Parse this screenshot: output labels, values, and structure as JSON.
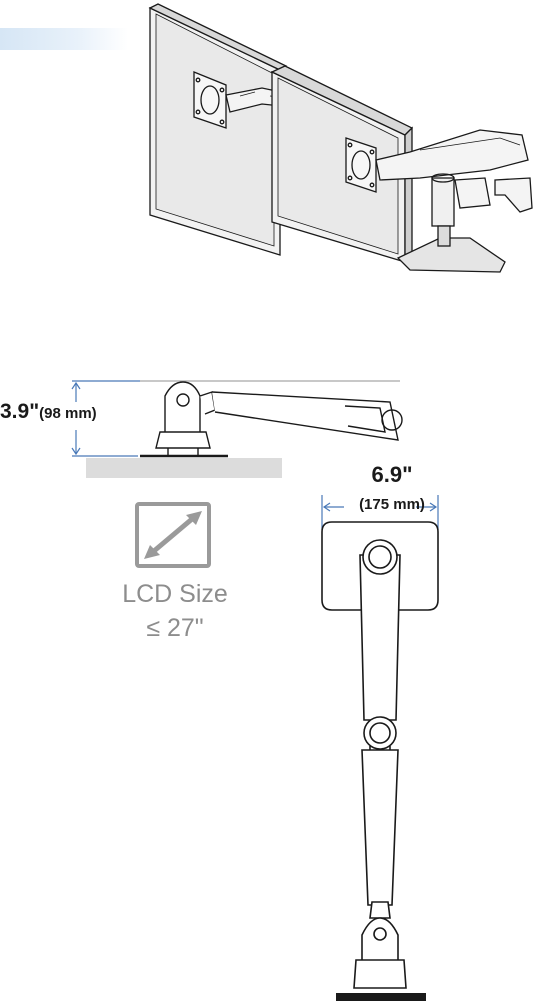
{
  "dimensions": {
    "height_in": "3.9\"",
    "height_mm": "(98 mm)",
    "width_in": "6.9\"",
    "width_mm": "(175 mm)"
  },
  "lcd": {
    "label": "LCD Size",
    "value": "≤ 27\""
  },
  "colors": {
    "dimension_line": "#4a79b8",
    "lcd_text": "#8d8d8d",
    "line_art": "#1a1a1a",
    "desk": "#dcdcdc"
  },
  "icons": [
    "diagonal-resize-icon"
  ]
}
